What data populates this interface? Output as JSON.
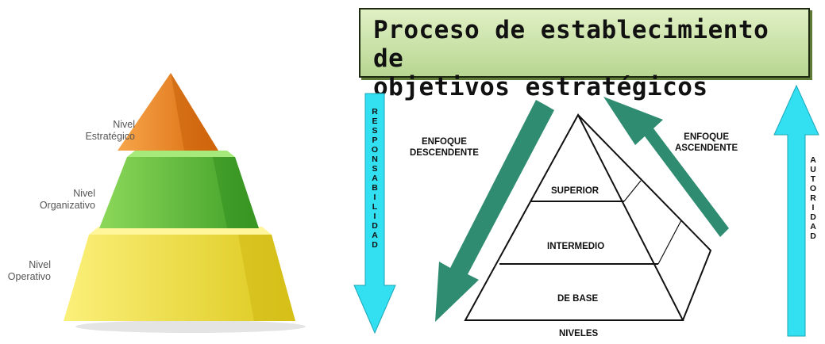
{
  "left_pyramid": {
    "levels": [
      {
        "label_line1": "Nivel",
        "label_line2": "Estratégico"
      },
      {
        "label_line1": "Nivel",
        "label_line2": "Organizativo"
      },
      {
        "label_line1": "Nivel",
        "label_line2": "Operativo"
      }
    ],
    "colors": {
      "top": "#f08a1e",
      "middle": "#5fb83a",
      "bottom": "#f2e23a"
    }
  },
  "right_diagram": {
    "title_line1": "Proceso de establecimiento de",
    "title_line2": "objetivos estratégicos",
    "responsabilidad": "RESPONSABILIDAD",
    "autoridad": "AUTORIDAD",
    "enfoque_descendente_line1": "ENFOQUE",
    "enfoque_descendente_line2": "DESCENDENTE",
    "enfoque_ascendente_line1": "ENFOQUE",
    "enfoque_ascendente_line2": "ASCENDENTE",
    "levels": [
      "SUPERIOR",
      "INTERMEDIO",
      "DE BASE"
    ],
    "base_label": "NIVELES",
    "colors": {
      "arrow_cyan": "#33e0f2",
      "arrow_green": "#2f8c70",
      "title_bg": "#c6e2a6"
    }
  }
}
